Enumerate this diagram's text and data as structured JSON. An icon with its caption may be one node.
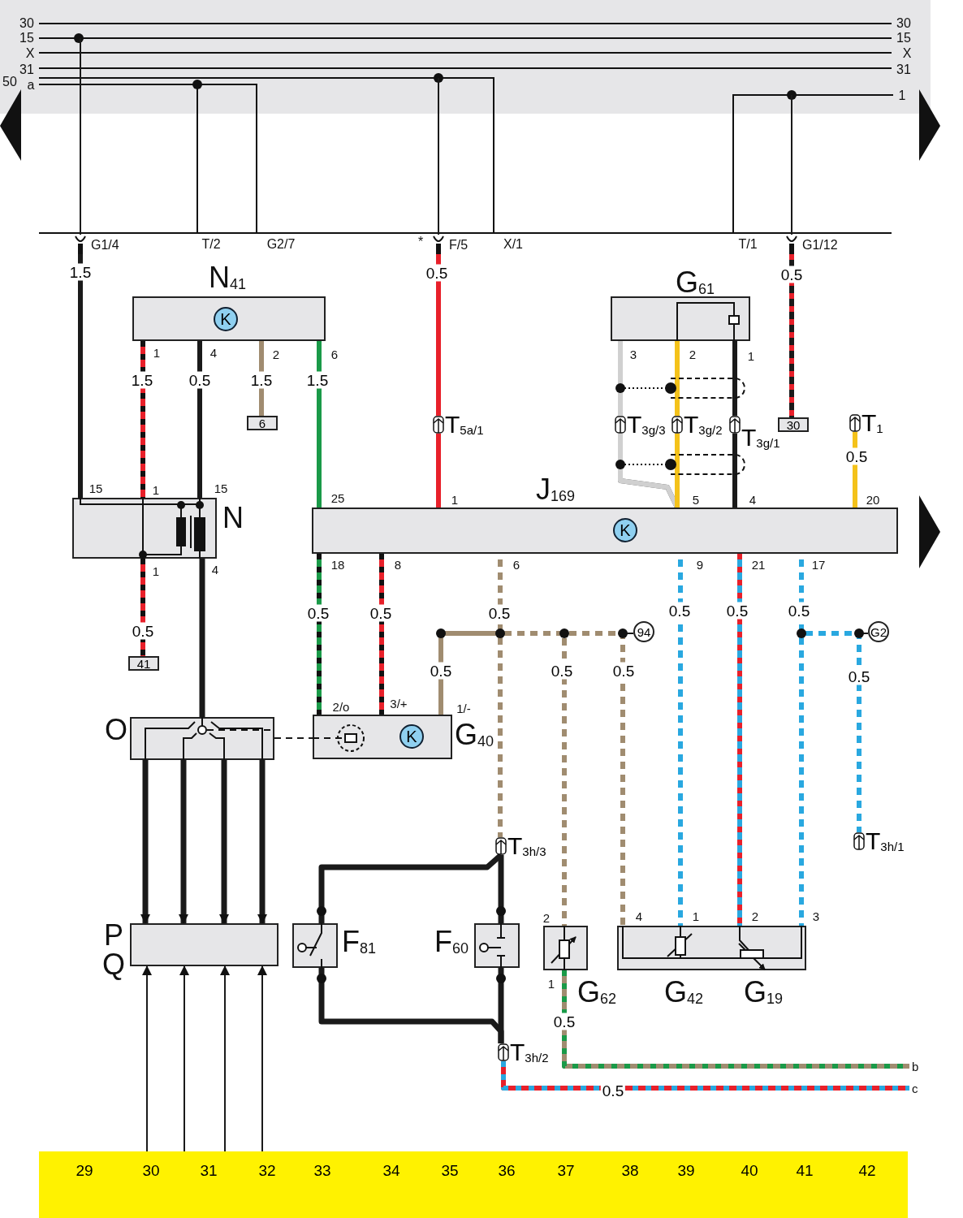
{
  "diagram": {
    "nodes": [
      {
        "text": [
          "G1/4"
        ]
      },
      {
        "text": [
          "F/5"
        ]
      },
      {
        "text": [
          "G1/12"
        ]
      },
      {
        "text": [
          "N$_{41}$",
          "K"
        ]
      },
      {
        "text": [
          "G$_{61}$"
        ]
      },
      {
        "text": [
          "6"
        ]
      },
      {
        "text": [
          "30"
        ]
      },
      {
        "text": [
          "T$_{5a/1}$"
        ]
      },
      {
        "text": [
          "T$_{3g/3}$"
        ]
      },
      {
        "text": [
          "T$_{3g/2}$"
        ]
      },
      {
        "text": [
          "T$_{3g/1}$"
        ]
      },
      {
        "text": [
          "T$_{1}$"
        ]
      },
      {
        "text": [
          "N"
        ]
      },
      {
        "text": [
          "J$_{169}$",
          "K"
        ]
      },
      {
        "text": [
          "41"
        ]
      },
      {
        "text": [
          "94"
        ]
      },
      {
        "text": [
          "G2"
        ]
      },
      {
        "text": [
          "O"
        ]
      },
      {
        "text": [
          "K",
          "G$_{40}$"
        ]
      },
      {
        "text": [
          "T$_{3h/3}$"
        ]
      },
      {
        "text": [
          "T$_{3h/1}$"
        ]
      },
      {
        "text": [
          "P",
          "Q"
        ]
      },
      {
        "text": [
          "F$_{81}$"
        ]
      },
      {
        "text": [
          "F$_{60}$"
        ]
      },
      {
        "text": [
          "G$_{62}$"
        ]
      },
      {
        "text": [
          "G$_{42}$",
          "G$_{19}$"
        ]
      },
      {
        "text": [
          "T$_{3h/2}$"
        ]
      },
      {
        "text": [
          "29",
          "30",
          "31",
          "32",
          "33",
          "34",
          "35",
          "36",
          "37",
          "38",
          "39",
          "40",
          "41",
          "42"
        ]
      },
      {
        "text": [
          "b"
        ]
      },
      {
        "text": [
          "c"
        ]
      }
    ],
    "edges": [
      {
        "from": 0,
        "to": 12,
        "arrow": "none",
        "label": "1.5"
      },
      {
        "from": 3,
        "to": 12,
        "arrow": "none",
        "label": "1.5",
        "color": "#e8202a"
      },
      {
        "from": 3,
        "to": 12,
        "arrow": "none",
        "label": "0.5"
      },
      {
        "from": 3,
        "to": 5,
        "arrow": "none",
        "label": "1.5",
        "color": "#a08c70"
      },
      {
        "from": 3,
        "to": 13,
        "arrow": "none",
        "label": "1.5",
        "color": "#1a9a48"
      },
      {
        "from": 1,
        "to": 7,
        "arrow": "none",
        "label": "0.5",
        "color": "#e8202a"
      },
      {
        "from": 7,
        "to": 13,
        "arrow": "none",
        "color": "#e8202a"
      },
      {
        "from": 2,
        "to": 6,
        "arrow": "none",
        "label": "0.5"
      },
      {
        "from": 4,
        "to": 8,
        "arrow": "none",
        "color": "#d0d0d0"
      },
      {
        "from": 8,
        "to": 13,
        "arrow": "none",
        "color": "#d0d0d0"
      },
      {
        "from": 4,
        "to": 9,
        "arrow": "none",
        "color": "#f4c21a"
      },
      {
        "from": 9,
        "to": 13,
        "arrow": "none",
        "color": "#f4c21a"
      },
      {
        "from": 4,
        "to": 10,
        "arrow": "none"
      },
      {
        "from": 10,
        "to": 13,
        "arrow": "none"
      },
      {
        "from": 11,
        "to": 13,
        "arrow": "none",
        "label": "0.5",
        "color": "#f4c21a"
      },
      {
        "from": 12,
        "to": 14,
        "arrow": "none",
        "label": "0.5",
        "color": "#e8202a"
      },
      {
        "from": 12,
        "to": 17,
        "arrow": "none"
      },
      {
        "from": 13,
        "to": 18,
        "arrow": "none",
        "label": "0.5",
        "color": "#1a9a48"
      },
      {
        "from": 13,
        "to": 18,
        "arrow": "none",
        "label": "0.5",
        "color": "#e8202a"
      },
      {
        "from": 13,
        "to": 18,
        "arrow": "none",
        "label": "0.5",
        "color": "#a08c70"
      },
      {
        "from": 13,
        "to": 19,
        "arrow": "none",
        "label": "0.5",
        "color": "#a08c70"
      },
      {
        "from": 13,
        "to": 24,
        "arrow": "none",
        "label": "0.5",
        "color": "#a08c70"
      },
      {
        "from": 13,
        "to": 25,
        "arrow": "none",
        "label": "0.5",
        "color": "#a08c70"
      },
      {
        "from": 13,
        "to": 15,
        "arrow": "none"
      },
      {
        "from": 13,
        "to": 25,
        "arrow": "none",
        "label": "0.5",
        "color": "#29a8e0"
      },
      {
        "from": 13,
        "to": 25,
        "arrow": "none",
        "label": "0.5",
        "color": "#29a8e0"
      },
      {
        "from": 13,
        "to": 25,
        "arrow": "none",
        "label": "0.5",
        "color": "#29a8e0"
      },
      {
        "from": 13,
        "to": 16,
        "arrow": "none"
      },
      {
        "from": 13,
        "to": 20,
        "arrow": "none",
        "label": "0.5",
        "color": "#29a8e0"
      },
      {
        "from": 19,
        "to": 22,
        "arrow": "none"
      },
      {
        "from": 19,
        "to": 23,
        "arrow": "none"
      },
      {
        "from": 22,
        "to": 26,
        "arrow": "none"
      },
      {
        "from": 23,
        "to": 26,
        "arrow": "none"
      },
      {
        "from": 26,
        "to": 29,
        "arrow": "none",
        "label": "0.5",
        "color": "#e8202a"
      },
      {
        "from": 24,
        "to": 28,
        "arrow": "none",
        "label": "0.5",
        "color": "#a08c70"
      },
      {
        "from": 17,
        "to": 21,
        "arrow": "to"
      },
      {
        "from": 17,
        "to": 21,
        "arrow": "to"
      },
      {
        "from": 17,
        "to": 21,
        "arrow": "to"
      },
      {
        "from": 17,
        "to": 21,
        "arrow": "to"
      },
      {
        "from": 27,
        "to": 21,
        "arrow": "to"
      },
      {
        "from": 27,
        "to": 21,
        "arrow": "to"
      },
      {
        "from": 27,
        "to": 21,
        "arrow": "to"
      },
      {
        "from": 27,
        "to": 21,
        "arrow": "to"
      },
      {
        "from": 17,
        "to": 18,
        "arrow": "none",
        "style": "dashed"
      },
      {
        "from": null,
        "to": 0,
        "arrow": "none"
      },
      {
        "from": null,
        "to": 1,
        "arrow": "none"
      },
      {
        "from": null,
        "to": 2,
        "arrow": "none"
      }
    ],
    "labels": [
      "30",
      "15",
      "X",
      "31",
      "50",
      "a",
      "30",
      "15",
      "X",
      "31",
      "1",
      "T/2",
      "G2/7",
      "*",
      "X/1",
      "T/1",
      "1",
      "4",
      "2",
      "6",
      "3",
      "2",
      "1",
      "15",
      "1",
      "15",
      "25",
      "1",
      "5",
      "4",
      "20",
      "1",
      "4",
      "18",
      "8",
      "6",
      "9",
      "21",
      "17",
      "2/o",
      "3/+",
      "1/-",
      "2",
      "1",
      "4",
      "1",
      "2",
      "3"
    ]
  }
}
